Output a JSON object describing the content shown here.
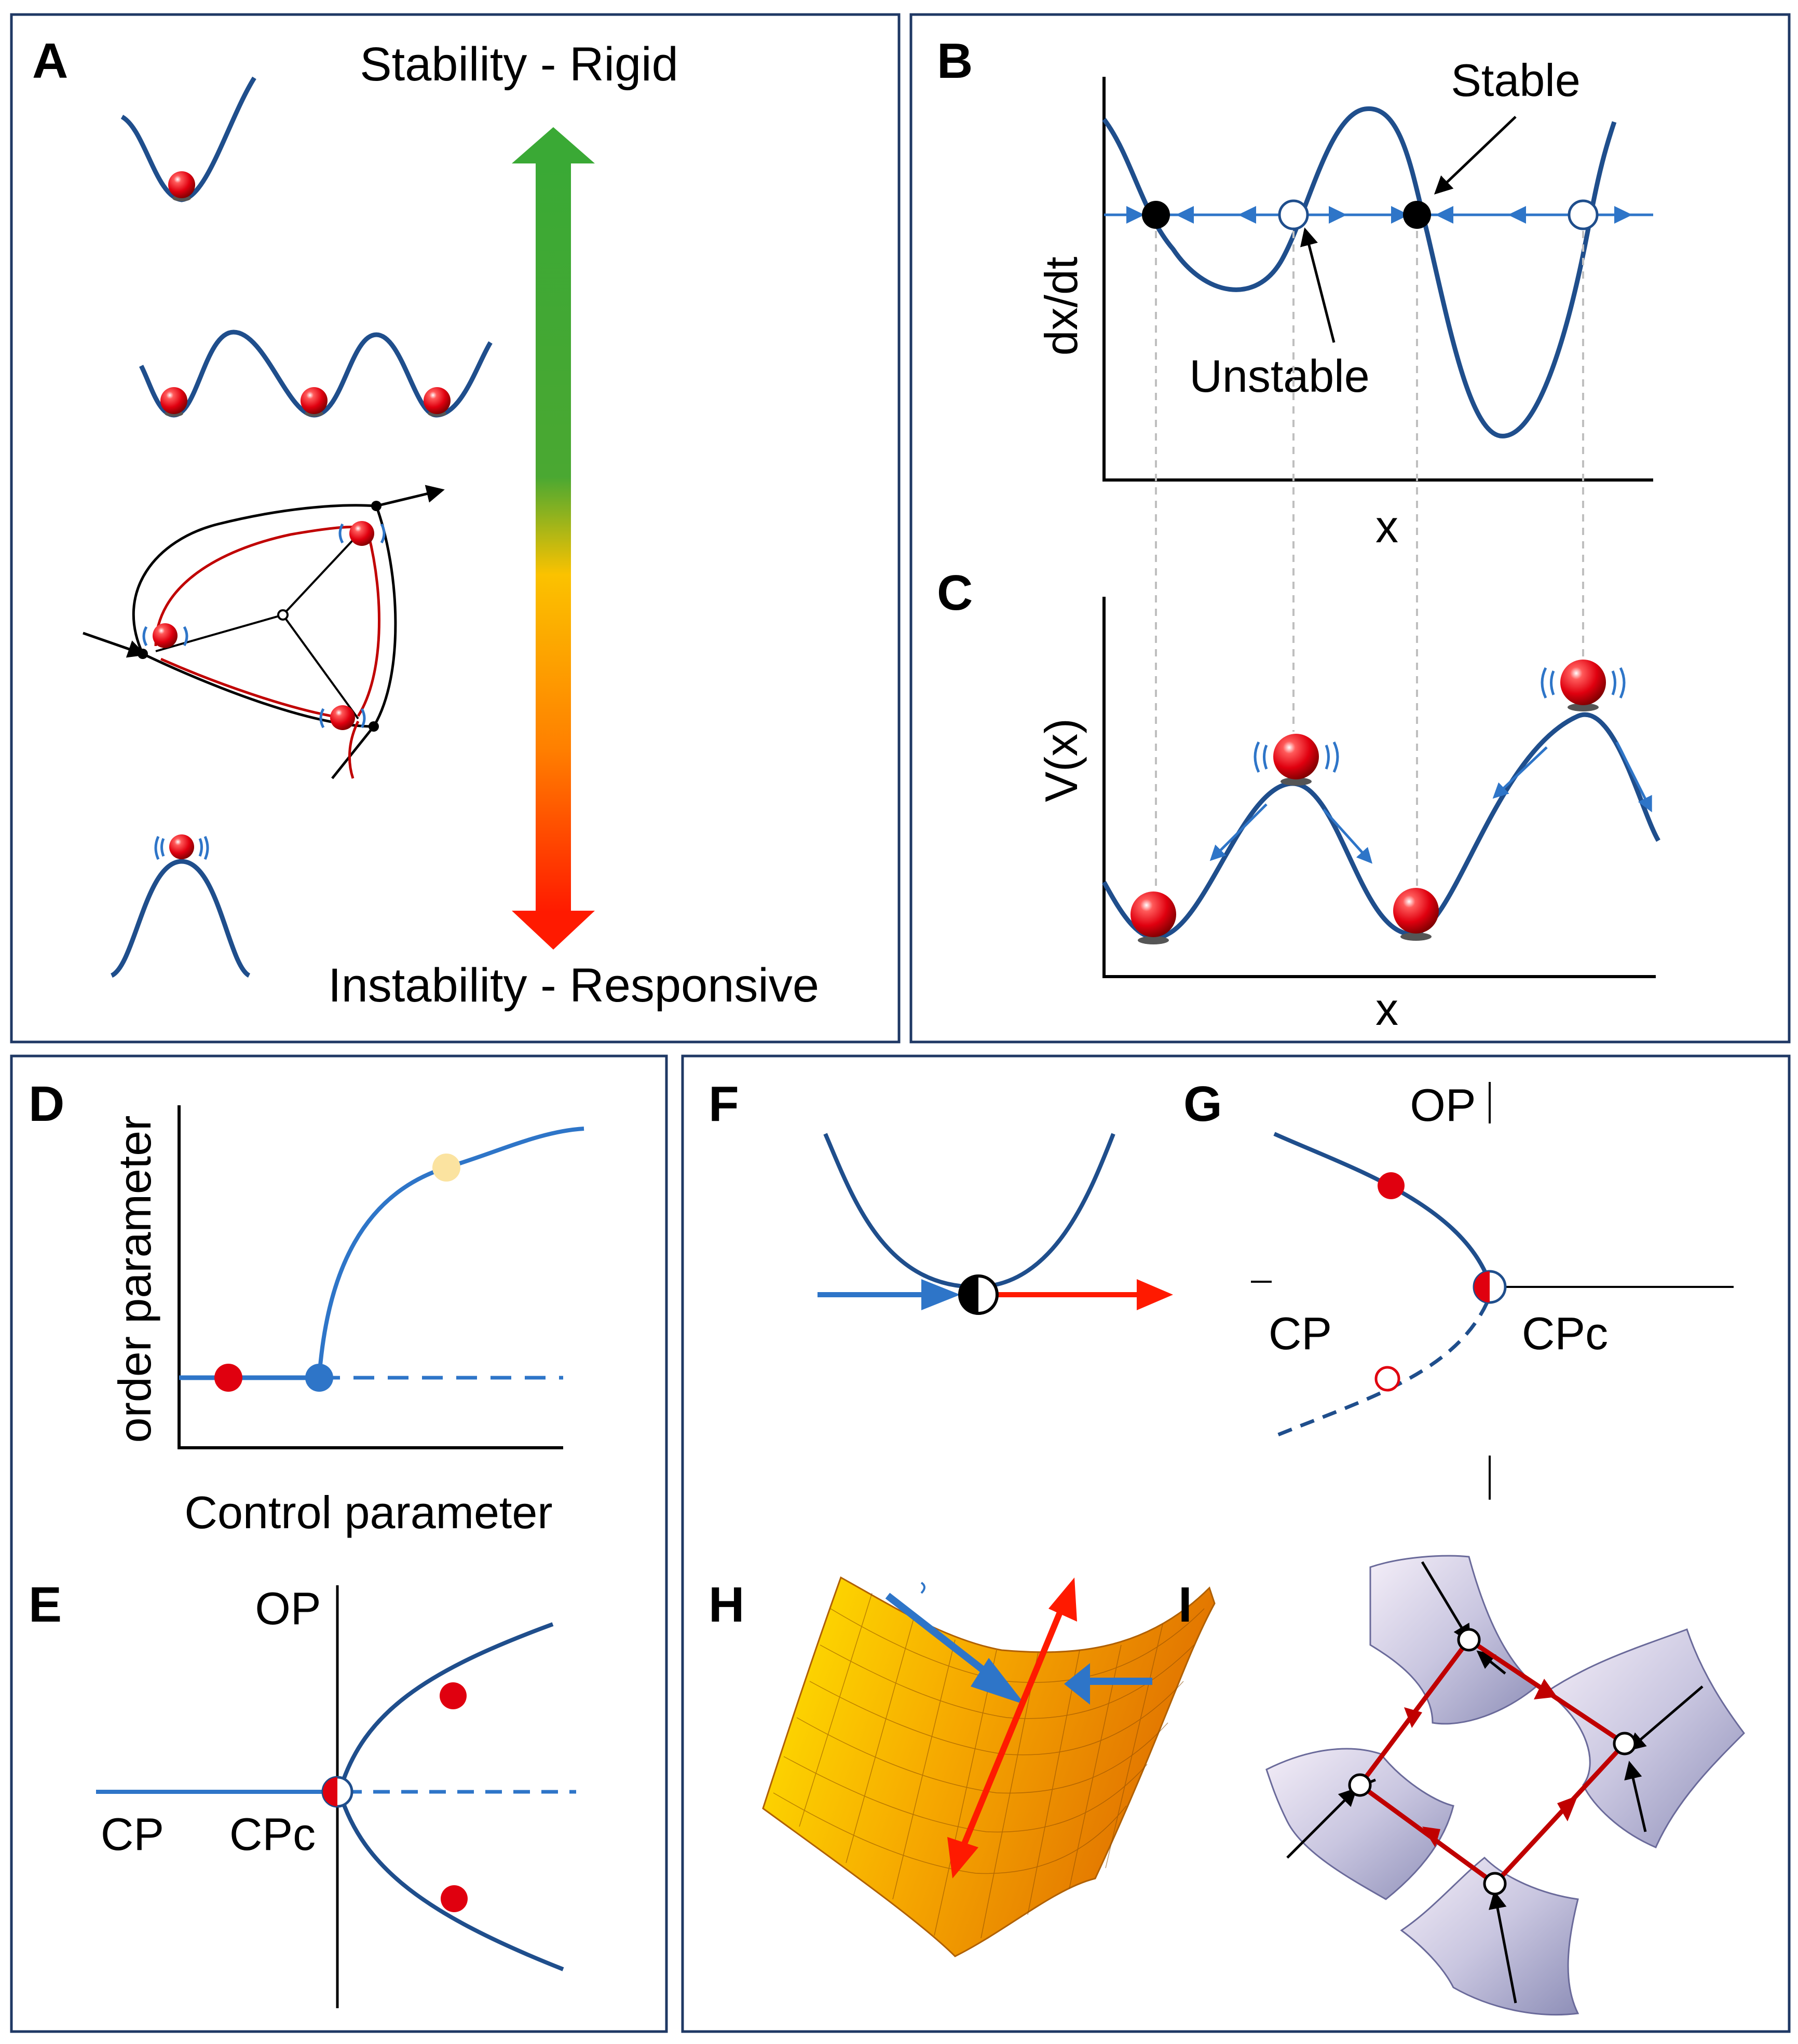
{
  "panels": {
    "A": {
      "letter": "A",
      "top_label": "Stability - Rigid",
      "bottom_label": "Instability - Responsive"
    },
    "B": {
      "letter": "B",
      "stable_label": "Stable",
      "unstable_label": "Unstable",
      "ylabel": "dx/dt",
      "xlabel": "x"
    },
    "C": {
      "letter": "C",
      "ylabel": "V(x)",
      "xlabel": "x"
    },
    "D": {
      "letter": "D",
      "ylabel": "order parameter",
      "xlabel": "Control parameter"
    },
    "E": {
      "letter": "E",
      "op_label": "OP",
      "cp_label": "CP",
      "cpc_label": "CPc"
    },
    "F": {
      "letter": "F"
    },
    "G": {
      "letter": "G",
      "op_label": "OP",
      "cp_label": "CP",
      "cpc_label": "CPc"
    },
    "H": {
      "letter": "H"
    },
    "I": {
      "letter": "I"
    }
  },
  "colors": {
    "frame": "#1f3864",
    "curve_dark": "#1f4e8c",
    "curve_light": "#2e75c8",
    "ball_red": "#e0000f",
    "stable_green": "#3aa935",
    "unstable_red": "#ff1a00",
    "ball_yellow": "#fbe3a0",
    "surface_orange": "#f5a623"
  }
}
